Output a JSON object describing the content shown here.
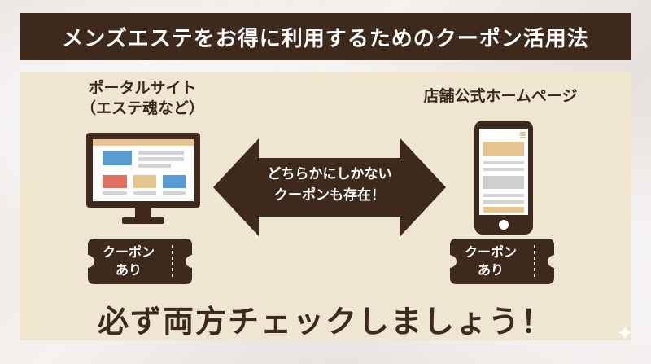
{
  "title": "メンズエステをお得に利用するためのクーポン活用法",
  "left": {
    "heading_line1": "ポータルサイト",
    "heading_line2": "（エステ魂など）",
    "device_icon": "desktop-monitor-icon",
    "ticket_line1": "クーポン",
    "ticket_line2": "あり"
  },
  "right": {
    "heading": "店舗公式ホームページ",
    "device_icon": "smartphone-icon",
    "ticket_line1": "クーポン",
    "ticket_line2": "あり"
  },
  "arrow": {
    "line1": "どちらかにしかない",
    "line2": "クーポンも存在！"
  },
  "bottom_text": "必ず両方チェックしましょう！",
  "colors": {
    "brown": "#3d2a1c",
    "panel": "#efe6d2",
    "blue": "#5b9bd5",
    "red": "#e07060",
    "tan": "#e6c48f",
    "gray": "#d4d4d4"
  }
}
